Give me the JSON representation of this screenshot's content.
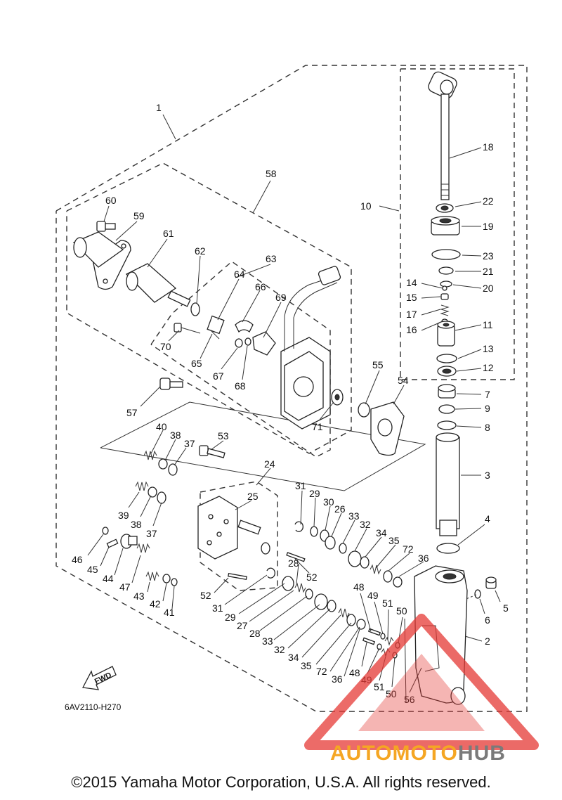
{
  "diagram": {
    "code": "6AV2110-H270",
    "fwd_label": "FWD",
    "callouts": [
      {
        "n": "1"
      },
      {
        "n": "58"
      },
      {
        "n": "60"
      },
      {
        "n": "59"
      },
      {
        "n": "61"
      },
      {
        "n": "62"
      },
      {
        "n": "63"
      },
      {
        "n": "64"
      },
      {
        "n": "66"
      },
      {
        "n": "69"
      },
      {
        "n": "70"
      },
      {
        "n": "65"
      },
      {
        "n": "67"
      },
      {
        "n": "68"
      },
      {
        "n": "57"
      },
      {
        "n": "55"
      },
      {
        "n": "54"
      },
      {
        "n": "71"
      },
      {
        "n": "40"
      },
      {
        "n": "38"
      },
      {
        "n": "37"
      },
      {
        "n": "53"
      },
      {
        "n": "24"
      },
      {
        "n": "39"
      },
      {
        "n": "38"
      },
      {
        "n": "37"
      },
      {
        "n": "25"
      },
      {
        "n": "31"
      },
      {
        "n": "29"
      },
      {
        "n": "30"
      },
      {
        "n": "26"
      },
      {
        "n": "33"
      },
      {
        "n": "32"
      },
      {
        "n": "34"
      },
      {
        "n": "35"
      },
      {
        "n": "72"
      },
      {
        "n": "36"
      },
      {
        "n": "46"
      },
      {
        "n": "45"
      },
      {
        "n": "44"
      },
      {
        "n": "47"
      },
      {
        "n": "43"
      },
      {
        "n": "42"
      },
      {
        "n": "41"
      },
      {
        "n": "52"
      },
      {
        "n": "28"
      },
      {
        "n": "52"
      },
      {
        "n": "31"
      },
      {
        "n": "29"
      },
      {
        "n": "27"
      },
      {
        "n": "28"
      },
      {
        "n": "33"
      },
      {
        "n": "32"
      },
      {
        "n": "34"
      },
      {
        "n": "35"
      },
      {
        "n": "72"
      },
      {
        "n": "36"
      },
      {
        "n": "48"
      },
      {
        "n": "49"
      },
      {
        "n": "51"
      },
      {
        "n": "50"
      },
      {
        "n": "48"
      },
      {
        "n": "49"
      },
      {
        "n": "51"
      },
      {
        "n": "50"
      },
      {
        "n": "56"
      },
      {
        "n": "10"
      },
      {
        "n": "18"
      },
      {
        "n": "22"
      },
      {
        "n": "19"
      },
      {
        "n": "23"
      },
      {
        "n": "21"
      },
      {
        "n": "14"
      },
      {
        "n": "20"
      },
      {
        "n": "15"
      },
      {
        "n": "17"
      },
      {
        "n": "16"
      },
      {
        "n": "11"
      },
      {
        "n": "13"
      },
      {
        "n": "12"
      },
      {
        "n": "7"
      },
      {
        "n": "9"
      },
      {
        "n": "8"
      },
      {
        "n": "3"
      },
      {
        "n": "4"
      },
      {
        "n": "5"
      },
      {
        "n": "6"
      },
      {
        "n": "2"
      }
    ]
  },
  "watermark": {
    "part1": "AUTOMOTO",
    "part2": "HUB",
    "color1": "#f5a623",
    "color2": "#7a7a7a",
    "triangle_color": "#e53935"
  },
  "footer": {
    "copyright": "©2015 Yamaha Motor Corporation, U.S.A. All rights reserved."
  }
}
